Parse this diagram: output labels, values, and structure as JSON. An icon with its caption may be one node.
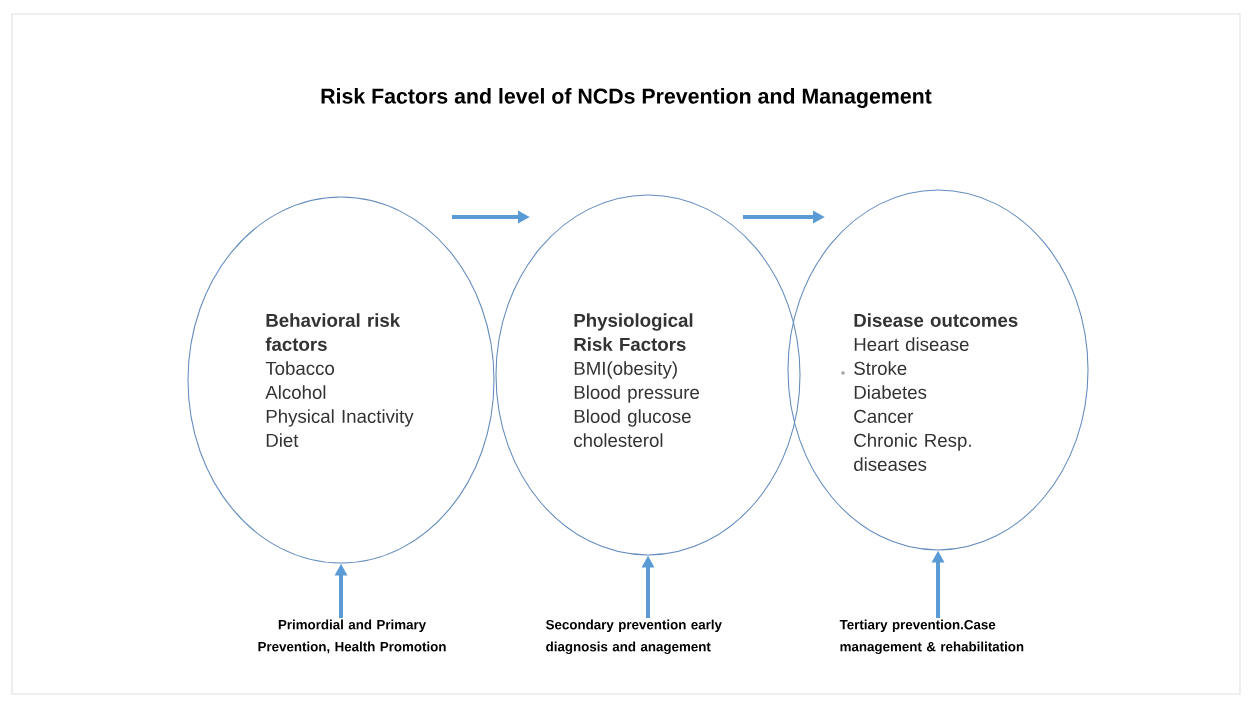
{
  "diagram": {
    "title": "Risk Factors and level of NCDs Prevention and Management",
    "nodes": [
      {
        "text": [
          "Behavioral risk factors",
          "Tobacco",
          "Alcohol",
          "Physical Inactivity",
          "Diet"
        ]
      },
      {
        "text": [
          "Physiological Risk Factors",
          "BMI(obesity)",
          "Blood pressure",
          "Blood glucose",
          "cholesterol"
        ]
      },
      {
        "text": [
          "Disease outcomes",
          "Heart disease",
          "Stroke",
          "Diabetes",
          "Cancer",
          "Chronic Resp. diseases"
        ]
      },
      {
        "text": [
          "Primordial and Primary Prevention, Health Promotion"
        ]
      },
      {
        "text": [
          "Secondary prevention early diagnosis and anagement"
        ]
      },
      {
        "text": [
          "Tertiary prevention.Case management & rehabilitation"
        ]
      }
    ],
    "edges": [
      {
        "from": 0,
        "to": 1,
        "arrow": "to"
      },
      {
        "from": 1,
        "to": 2,
        "arrow": "to"
      },
      {
        "from": 3,
        "to": 0,
        "arrow": "to"
      },
      {
        "from": 4,
        "to": 1,
        "arrow": "to"
      },
      {
        "from": 5,
        "to": 2,
        "arrow": "to"
      }
    ]
  }
}
